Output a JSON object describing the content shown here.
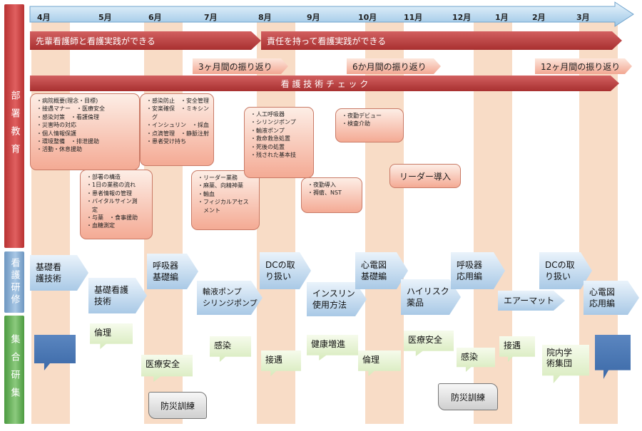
{
  "sections": [
    {
      "label": "部署教育"
    },
    {
      "label": "看護研修"
    },
    {
      "label": "集合研集"
    }
  ],
  "months": [
    "4月",
    "5月",
    "6月",
    "7月",
    "8月",
    "9月",
    "10月",
    "11月",
    "12月",
    "1月",
    "2月",
    "3月"
  ],
  "bars": {
    "senior_practice": "先輩看護師と看護実践ができる",
    "responsible_practice": "責任を持って看護実践ができる",
    "review_3m": "3ヶ月間の振り返り",
    "review_6m": "6か月間の振り返り",
    "review_12m": "12ヶ月間の振り返り",
    "skill_check": "看 護 技 術 チ ェ ッ ク"
  },
  "topics": {
    "april": "・病院概要(理念・目標)\n・接遇マナー　・医療安全\n・感染対策　・看護倫理\n・災害時の対応\n・個人情報保護\n・環境整備　・排泄援助\n・活動・休息援助",
    "may": "・部署の構造\n・1日の業務の流れ\n・患者情報の管理\n・バイタルサイン測\n　定\n・与薬　・食事援助\n・血糖測定",
    "june": "・感染防止　・安全管理\n・安楽確保　・ミキシン\n　グ\n・インシュリン　・採血\n・点滴管理　・静脈注射\n・患者受け持ち",
    "july": "・リーダー業務\n・麻薬、向精神薬\n・輸血\n・フィジカルアセス\n　メント",
    "august": "・人工呼吸器\n・シリンジポンプ\n・輸液ポンプ\n・救命救急処置\n・死後の処置\n・残された基本技",
    "sept": "・夜勤導入\n・褥瘡、NST",
    "oct": "・夜勤デビュー\n・検査介助",
    "leader": "リーダー導入"
  },
  "training": {
    "t1": "基礎看\n護技術",
    "t2": "基礎看護\n技術",
    "t3": "呼吸器\n基礎編",
    "t4": "輸液ポンプ\nシリンジポンプ",
    "t5": "DCの取\nり扱い",
    "t6": "インスリン\n使用方法",
    "t7": "心電図\n基礎編",
    "t8": "ハイリスク\n薬品",
    "t9": "呼吸器\n応用編",
    "t10": "エアーマット",
    "t11": "DCの取\nり扱い",
    "t12": "心電図\n応用編"
  },
  "group": {
    "g_may": "倫理",
    "g_june": "医療安全",
    "g_july": "感染",
    "g_aug": "接遇",
    "g_sept": "健康増進",
    "g_oct": "倫理",
    "g_nov": "医療安全",
    "g_dec": "感染",
    "g_jan": "接遇",
    "g_feb": "院内学\n術集団",
    "drill_1": "防災訓練",
    "drill_2": "防災訓練"
  }
}
